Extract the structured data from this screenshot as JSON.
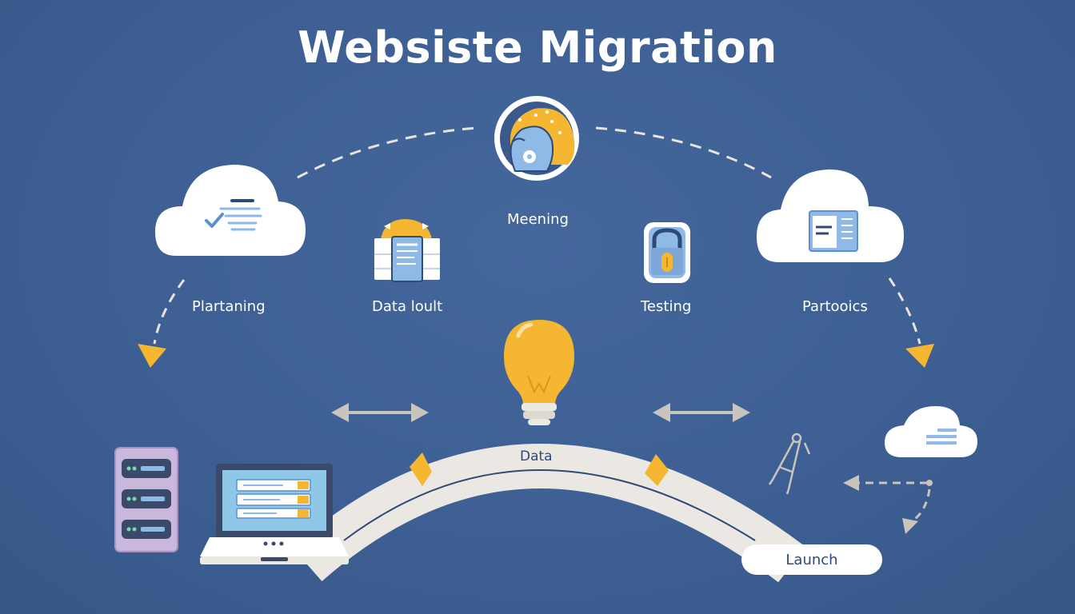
{
  "title": "Websiste Migration",
  "stages": {
    "top": "Meening",
    "planning": "Plartaning",
    "data_build": "Data loult",
    "testing": "Testing",
    "protocols": "Partooics"
  },
  "bridge_label": "Data",
  "launch_label": "Launch",
  "colors": {
    "background": "#3d5f93",
    "accent_yellow": "#f5b731",
    "cloud": "#ffffff",
    "icon_blue": "#8fb9e6",
    "arrow_gray": "#c9c4bd"
  },
  "icons": [
    "brain-icon",
    "cloud-checklist-icon",
    "database-document-icon",
    "lock-icon",
    "cloud-browser-icon",
    "lightbulb-icon",
    "server-rack-icon",
    "laptop-icon",
    "cloud-small-icon",
    "compass-icon"
  ]
}
